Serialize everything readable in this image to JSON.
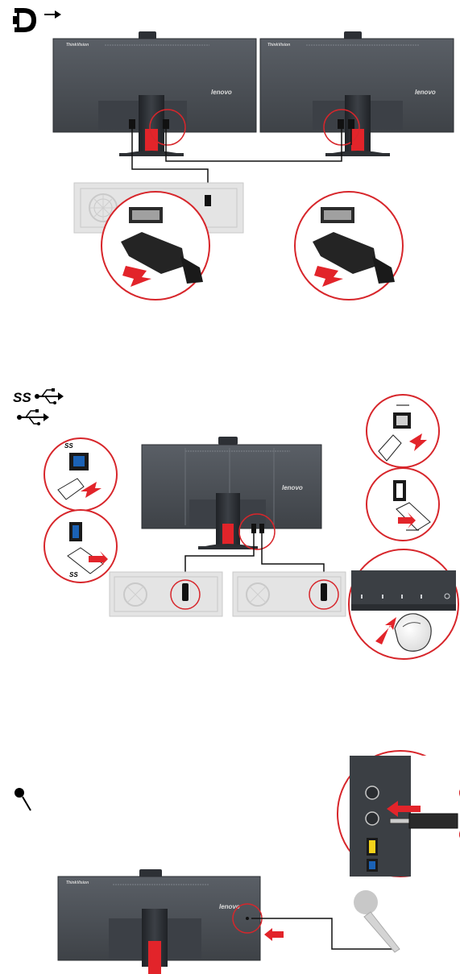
{
  "brand": {
    "lenovo": "lenovo",
    "thinkvision": "ThinkVision"
  },
  "usb": {
    "superspeed_mark": "SS"
  },
  "colors": {
    "monitor_body": "#4a4f55",
    "monitor_dark": "#2f3337",
    "stand_red": "#e2242a",
    "callout_ring": "#d7262b",
    "computer_panel": "#e4e4e4",
    "cable": "#111111",
    "arrow": "#e2242a",
    "usb3_blue": "#1b62b5",
    "usb_port_yellow": "#f2d11a"
  },
  "icons": {
    "displayport": "displayport-icon",
    "usb3": "usb-superspeed-icon",
    "usb2": "usb-icon",
    "microphone": "microphone-icon"
  }
}
